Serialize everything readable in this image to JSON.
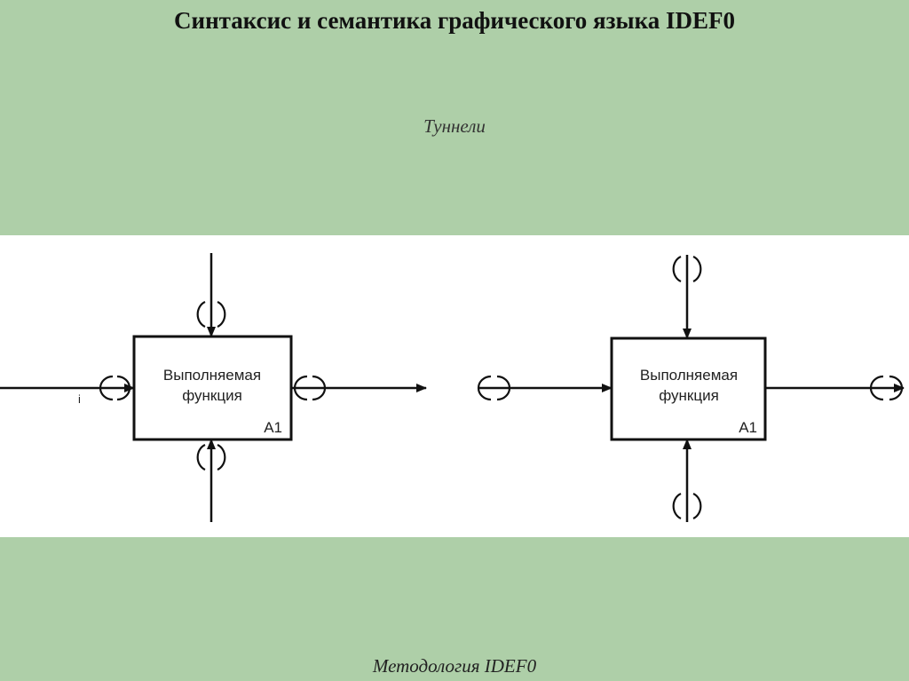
{
  "slide": {
    "title": "Синтаксис и семантика графического языка IDEF0",
    "subtitle": "Туннели",
    "footer": "Методология IDEF0"
  },
  "diagrams": {
    "left": {
      "box_line1": "Выполняемая",
      "box_line2": "функция",
      "node_label": "A1",
      "input_mark": "i"
    },
    "right": {
      "box_line1": "Выполняемая",
      "box_line2": "функция",
      "node_label": "A1"
    }
  }
}
